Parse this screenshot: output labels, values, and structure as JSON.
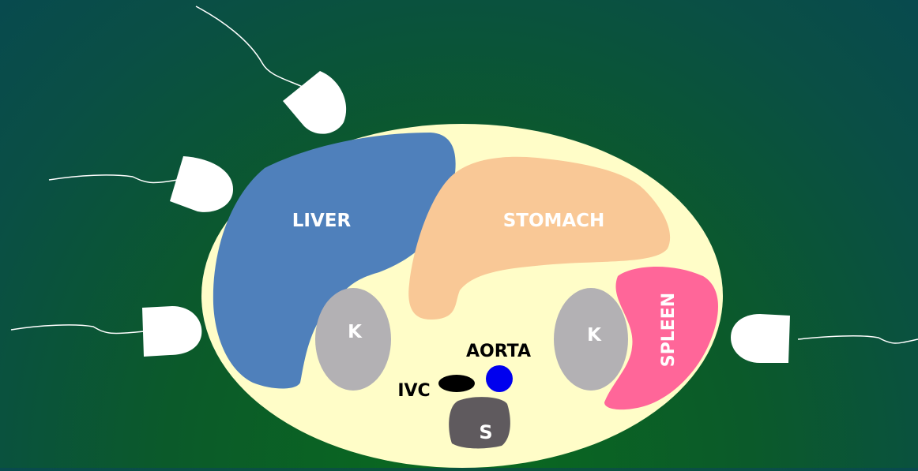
{
  "diagram": {
    "colors": {
      "background": "#0b5a2a",
      "body": "#fffdc8",
      "liver": "#4f80bb",
      "stomach": "#f9c896",
      "spleen": "#ff6699",
      "kidney": "#b3b1b4",
      "spine": "#5f5a5e",
      "aorta": "#0000ee",
      "ivc": "#000000",
      "probe": "#ffffff"
    },
    "labels": {
      "liver": "LIVER",
      "stomach": "STOMACH",
      "spleen": "SPLEEN",
      "kidney_right": "K",
      "kidney_left": "K",
      "aorta": "AORTA",
      "ivc": "IVC",
      "spine": "S"
    }
  }
}
